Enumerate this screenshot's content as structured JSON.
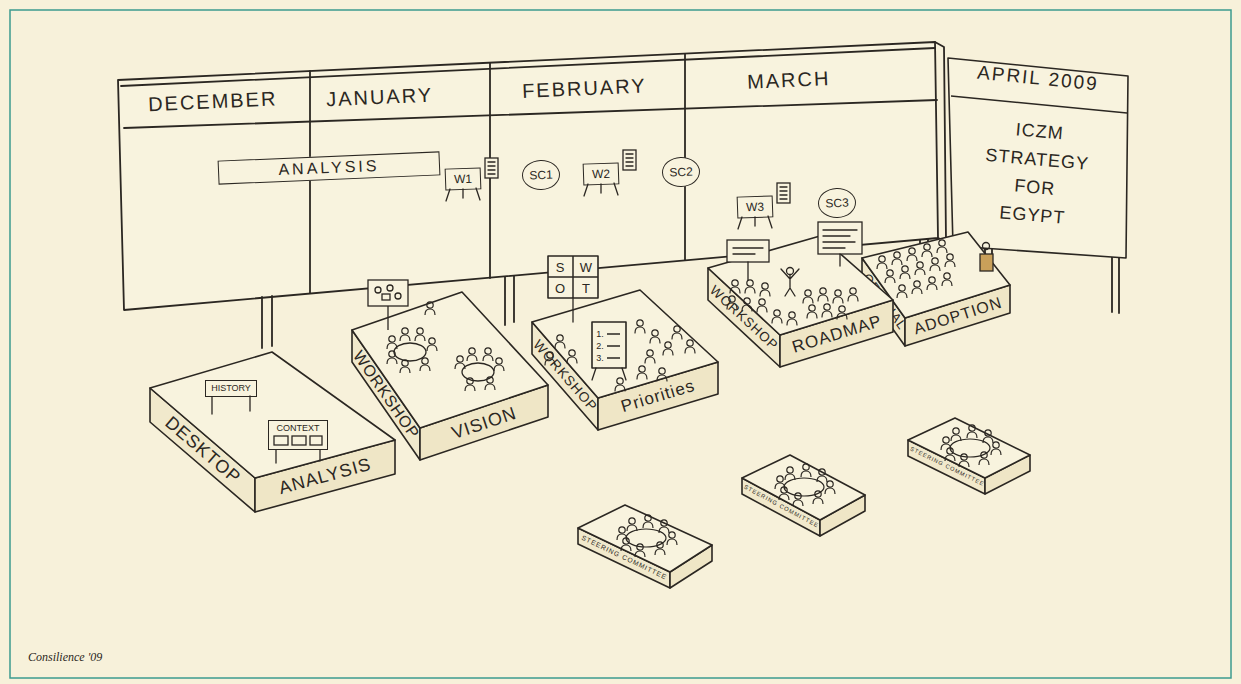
{
  "diagram": {
    "nodes": [
      {
        "text": [
          "DECEMBER"
        ]
      },
      {
        "text": [
          "JANUARY"
        ]
      },
      {
        "text": [
          "FEBRUARY"
        ]
      },
      {
        "text": [
          "MARCH"
        ]
      },
      {
        "text": [
          "ANALYSIS"
        ]
      },
      {
        "text": [
          "W1"
        ]
      },
      {
        "text": [
          "SC1"
        ]
      },
      {
        "text": [
          "W2"
        ]
      },
      {
        "text": [
          "SC2"
        ]
      },
      {
        "text": [
          "W3"
        ]
      },
      {
        "text": [
          "SC3"
        ]
      },
      {
        "text": [
          "APRIL 2009",
          "ICZM STRATEGY FOR EGYPT"
        ]
      },
      {
        "text": [
          "DESKTOP",
          "ANALYSIS"
        ]
      },
      {
        "text": [
          "HISTORY"
        ],
        "in": 12
      },
      {
        "text": [
          "CONTEXT"
        ],
        "in": 12
      },
      {
        "text": [
          "WORKSHOP",
          "VISION"
        ]
      },
      {
        "text": [
          "WORKSHOP",
          "Priorities"
        ]
      },
      {
        "text": [
          "S",
          "W",
          "O",
          "T"
        ],
        "in": 16
      },
      {
        "text": [
          "1.",
          "2.",
          "3."
        ],
        "in": 16
      },
      {
        "text": [
          "WORKSHOP",
          "ROADMAP"
        ]
      },
      {
        "text": [
          "OFFICIAL",
          "ADOPTION"
        ]
      },
      {
        "text": [
          "STEERING COMMITTEE"
        ]
      },
      {
        "text": [
          "STEERING COMMITTEE"
        ]
      },
      {
        "text": [
          "STEERING COMMITTEE"
        ]
      }
    ],
    "labels": [
      "Consilience '09"
    ]
  }
}
